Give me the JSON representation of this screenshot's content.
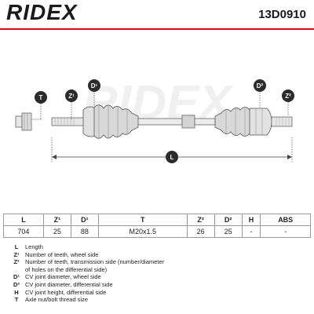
{
  "header": {
    "brand": "RIDEX",
    "part_number": "13D0910",
    "accent_color": "#e2001a"
  },
  "diagram": {
    "watermark": "RIDEX",
    "markers": {
      "t": "T",
      "z1": "Z¹",
      "d1": "D¹",
      "d2": "D²",
      "z2": "Z²",
      "l": "L"
    },
    "marker_color": "#2b2b2b"
  },
  "specs": {
    "headers": [
      "L",
      "Z¹",
      "D¹",
      "T",
      "Z²",
      "D²",
      "H",
      "ABS"
    ],
    "values": [
      "704",
      "25",
      "88",
      "M20x1.5",
      "26",
      "25",
      "-",
      "-"
    ]
  },
  "legend": [
    {
      "symbol": "L",
      "desc": "Length"
    },
    {
      "symbol": "Z¹",
      "desc": "Number of teeth, wheel side"
    },
    {
      "symbol": "Z²",
      "desc": "Number of teeth, transmission side (number/diameter"
    },
    {
      "symbol": "",
      "desc": "of holes on the differential side)"
    },
    {
      "symbol": "D¹",
      "desc": "CV joint diameter, wheel side"
    },
    {
      "symbol": "D²",
      "desc": "CV joint diameter, differential side"
    },
    {
      "symbol": "H",
      "desc": "CV joint height, differential side"
    },
    {
      "symbol": "T",
      "desc": "Axle nut/bolt thread size"
    }
  ]
}
